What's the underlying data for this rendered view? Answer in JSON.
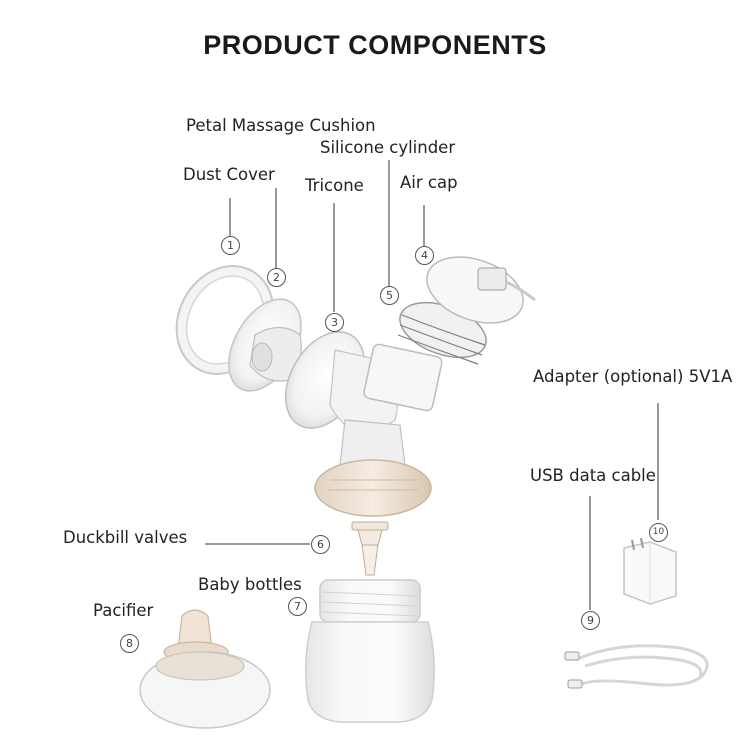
{
  "title": "PRODUCT COMPONENTS",
  "components": [
    {
      "number": "1",
      "name": "Dust Cover"
    },
    {
      "number": "2",
      "name": "Petal Massage Cushion"
    },
    {
      "number": "3",
      "name": "Tricone"
    },
    {
      "number": "4",
      "name": "Air cap"
    },
    {
      "number": "5",
      "name": "Silicone cylinder"
    },
    {
      "number": "6",
      "name": "Duckbill valves"
    },
    {
      "number": "7",
      "name": "Baby bottles"
    },
    {
      "number": "8",
      "name": "Pacifier"
    },
    {
      "number": "9",
      "name": "USB data cable"
    },
    {
      "number": "10",
      "name": "Adapter (optional) 5V1A"
    }
  ]
}
